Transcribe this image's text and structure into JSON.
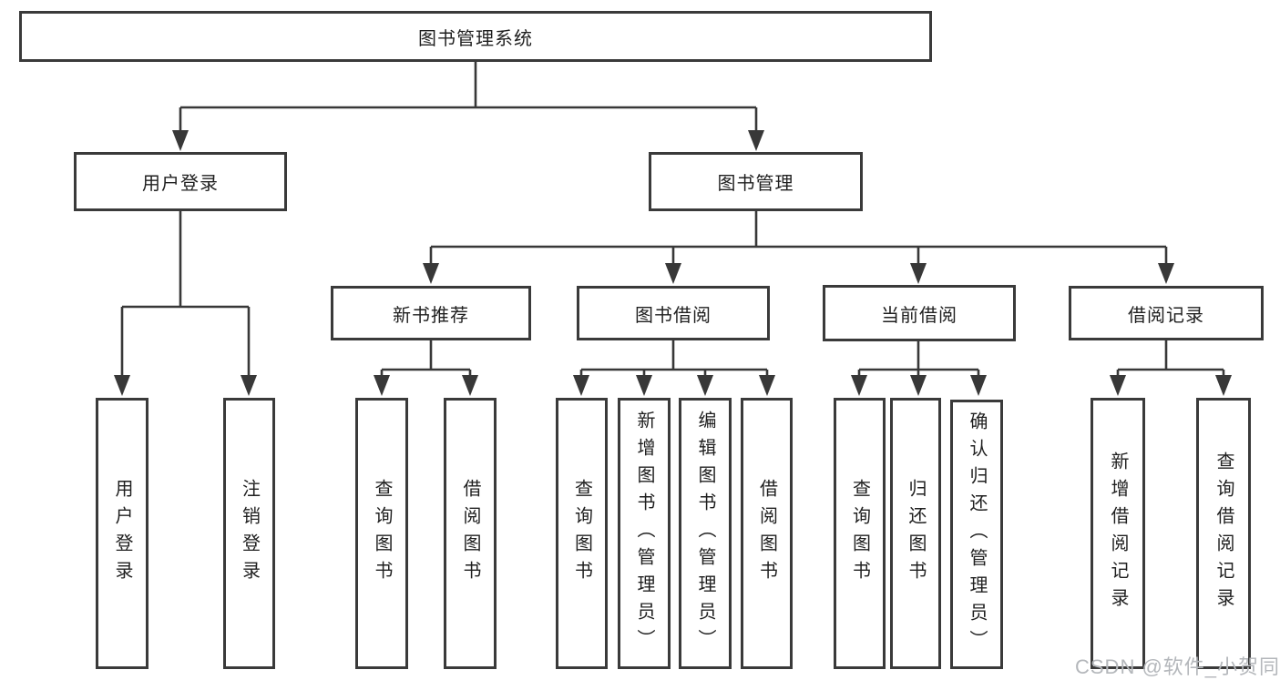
{
  "diagram": {
    "root": {
      "label": "图书管理系统"
    },
    "level2": {
      "user_login": {
        "label": "用户登录"
      },
      "book_management": {
        "label": "图书管理"
      }
    },
    "level3": {
      "new_book_recommend": {
        "label": "新书推荐"
      },
      "book_borrowing": {
        "label": "图书借阅"
      },
      "current_borrowing": {
        "label": "当前借阅"
      },
      "borrowing_records": {
        "label": "借阅记录"
      }
    },
    "leaves": {
      "ul_user_login": {
        "label": "用户登录"
      },
      "ul_logout": {
        "label": "注销登录"
      },
      "nb_query_books": {
        "label": "查询图书"
      },
      "nb_borrow_books": {
        "label": "借阅图书"
      },
      "bb_query_books": {
        "label": "查询图书"
      },
      "bb_add_books": {
        "label": "新增图书（管理员）"
      },
      "bb_edit_books": {
        "label": "编辑图书（管理员）"
      },
      "bb_borrow_books": {
        "label": "借阅图书"
      },
      "cb_query_books": {
        "label": "查询图书"
      },
      "cb_return_books": {
        "label": "归还图书"
      },
      "cb_confirm_return": {
        "label": "确认归还（管理员）"
      },
      "br_add_record": {
        "label": "新增借阅记录"
      },
      "br_query_record": {
        "label": "查询借阅记录"
      }
    },
    "watermark": "CSDN @软件_小贺同学",
    "colors": {
      "background": "#ffffff",
      "border": "#3a3a3a",
      "line": "#383838",
      "text": "#1f1f1f",
      "watermark": "#b4b7bb"
    }
  }
}
